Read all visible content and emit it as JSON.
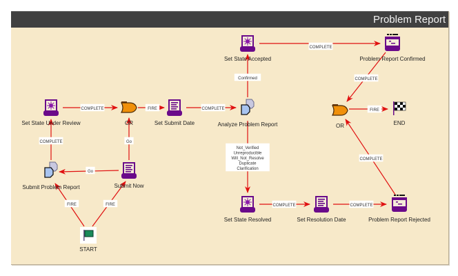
{
  "header": {
    "title": "Problem Report"
  },
  "nodes": [
    {
      "id": "set_state_under_review",
      "label": "Set State Under Review",
      "type": "set-state"
    },
    {
      "id": "or_1",
      "label": "OR",
      "type": "or-gate"
    },
    {
      "id": "set_submit_date",
      "label": "Set Submit Date",
      "type": "form"
    },
    {
      "id": "analyze_problem_report",
      "label": "Analyze Problem Report",
      "type": "people"
    },
    {
      "id": "set_state_accepted",
      "label": "Set State Accepted",
      "type": "set-state"
    },
    {
      "id": "problem_report_confirmed",
      "label": "Problem Report Confirmed",
      "type": "notification"
    },
    {
      "id": "or_2",
      "label": "OR",
      "type": "or-gate"
    },
    {
      "id": "end",
      "label": "END",
      "type": "end-flag"
    },
    {
      "id": "submit_problem_report",
      "label": "Submit Problem Report",
      "type": "people"
    },
    {
      "id": "submit_now",
      "label": "Submit Now",
      "type": "form"
    },
    {
      "id": "start",
      "label": "START",
      "type": "start-flag"
    },
    {
      "id": "set_state_resolved",
      "label": "Set State Resolved",
      "type": "set-state"
    },
    {
      "id": "set_resolution_date",
      "label": "Set Resolution Date",
      "type": "form"
    },
    {
      "id": "problem_report_rejected",
      "label": "Problem Report Rejected",
      "type": "notification"
    }
  ],
  "edges": [
    {
      "from": "set_state_under_review",
      "to": "or_1",
      "label": [
        "COMPLETE"
      ]
    },
    {
      "from": "or_1",
      "to": "set_submit_date",
      "label": [
        "FIRE"
      ]
    },
    {
      "from": "set_submit_date",
      "to": "analyze_problem_report",
      "label": [
        "COMPLETE"
      ]
    },
    {
      "from": "analyze_problem_report",
      "to": "set_state_accepted",
      "label": [
        "Confirmed"
      ]
    },
    {
      "from": "set_state_accepted",
      "to": "problem_report_confirmed",
      "label": [
        "COMPLETE"
      ]
    },
    {
      "from": "problem_report_confirmed",
      "to": "or_2",
      "label": [
        "COMPLETE"
      ]
    },
    {
      "from": "or_2",
      "to": "end",
      "label": [
        "FIRE"
      ]
    },
    {
      "from": "analyze_problem_report",
      "to": "set_state_resolved",
      "label": [
        "Not_Verified",
        "Unreproducible",
        "Will_Not_Resolve",
        "Duplicate",
        "Clarification"
      ]
    },
    {
      "from": "set_state_resolved",
      "to": "set_resolution_date",
      "label": [
        "COMPLETE"
      ]
    },
    {
      "from": "set_resolution_date",
      "to": "problem_report_rejected",
      "label": [
        "COMPLETE"
      ]
    },
    {
      "from": "problem_report_rejected",
      "to": "or_2",
      "label": [
        "COMPLETE"
      ]
    },
    {
      "from": "submit_problem_report",
      "to": "set_state_under_review",
      "label": [
        "COMPLETE"
      ]
    },
    {
      "from": "submit_now",
      "to": "submit_problem_report",
      "label": [
        "Go"
      ]
    },
    {
      "from": "submit_now",
      "to": "or_1",
      "label": [
        "Go"
      ]
    },
    {
      "from": "start",
      "to": "submit_problem_report",
      "label": [
        "FIRE"
      ]
    },
    {
      "from": "start",
      "to": "submit_now",
      "label": [
        "FIRE"
      ]
    }
  ],
  "colors": {
    "edge": "#e01010",
    "canvas": "#f7e9c9",
    "header": "#404040",
    "or_gate": "#f0900a",
    "node_purple": "#6a0a8a",
    "start_flag": "#1a8a5a"
  }
}
